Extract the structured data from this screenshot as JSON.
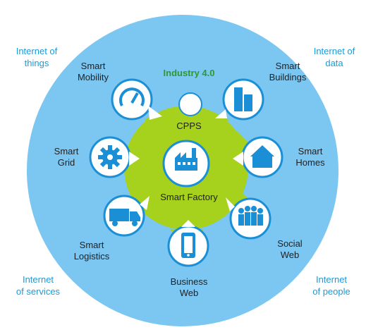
{
  "corners": {
    "top_left": [
      "Internet of",
      "things"
    ],
    "top_right": [
      "Internet of",
      "data"
    ],
    "bottom_left": [
      "Internet",
      "of services"
    ],
    "bottom_right": [
      "Internet",
      "of people"
    ]
  },
  "center": {
    "industry_label": "Industry 4.0",
    "cpps_label": "CPPS",
    "factory_label": "Smart Factory"
  },
  "nodes": {
    "mobility": {
      "lines": [
        "Smart",
        "Mobility"
      ],
      "icon": "gauge-icon"
    },
    "buildings": {
      "lines": [
        "Smart",
        "Buildings"
      ],
      "icon": "buildings-icon"
    },
    "grid": {
      "lines": [
        "Smart",
        "Grid"
      ],
      "icon": "gear-icon"
    },
    "homes": {
      "lines": [
        "Smart",
        "Homes"
      ],
      "icon": "house-icon"
    },
    "logistics": {
      "lines": [
        "Smart",
        "Logistics"
      ],
      "icon": "truck-icon"
    },
    "business_web": {
      "lines": [
        "Business",
        "Web"
      ],
      "icon": "smartphone-icon"
    },
    "social_web": {
      "lines": [
        "Social",
        "Web"
      ],
      "icon": "people-icon"
    }
  },
  "colors": {
    "outer_circle": "#7cc6f2",
    "gear_green": "#a6d11c",
    "icon_blue": "#1b8fd6",
    "corner_text": "#1a9bd7",
    "industry_text": "#2d9a2d"
  }
}
